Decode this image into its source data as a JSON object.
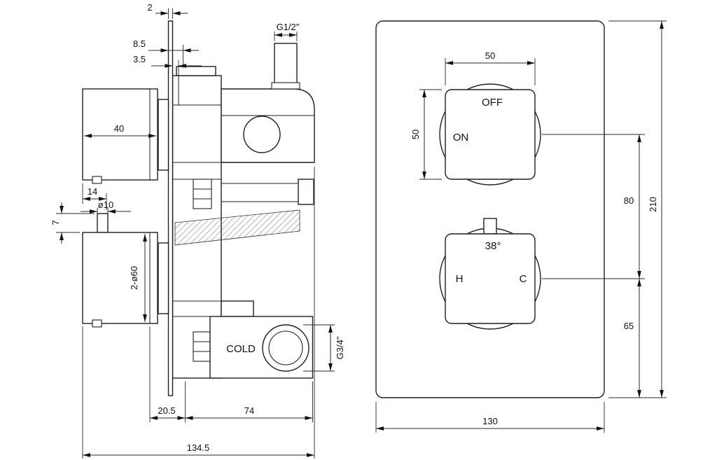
{
  "side": {
    "dims": {
      "plate_thickness": "2",
      "plate_offset_a": "8.5",
      "plate_offset_b": "3.5",
      "inlet_thread": "G1/2″",
      "knob_depth": "40",
      "screw_offset": "14",
      "stem_diameter": "ø10",
      "stem_length": "7",
      "knob_diameter": "2-ø60",
      "wall_clearance": "20.5",
      "body_depth": "74",
      "overall_depth": "134.5",
      "outlet_thread": "G3/4″"
    },
    "labels": {
      "cold_port": "COLD"
    }
  },
  "front": {
    "labels": {
      "power_off": "OFF",
      "power_on": "ON",
      "temperature": "38°",
      "hot": "H",
      "cold": "C"
    },
    "dims": {
      "handle_width": "50",
      "handle_height": "50",
      "handle_spacing": "80",
      "plate_height": "210",
      "lower_offset": "65",
      "plate_width": "130"
    }
  }
}
